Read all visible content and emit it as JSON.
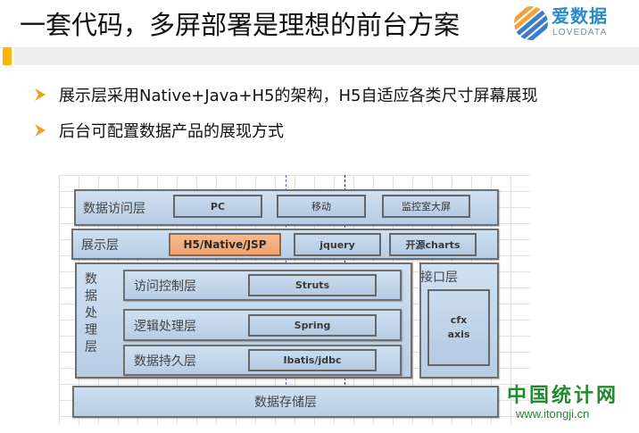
{
  "slide": {
    "title": "一套代码，多屏部署是理想的前台方案",
    "colors": {
      "accent": "#FFB400",
      "header_bar": "#EFEFEF",
      "bullet_arrow": "#F0A020",
      "box_fill": "#C5D8EC",
      "box_border": "#6F6F6F",
      "highlight_fill": "#F4B183",
      "watermark_green": "#1F8A2E"
    }
  },
  "logo": {
    "name_cn": "爱数据",
    "name_en": "LOVEDATA",
    "colors": {
      "blue": "#3D7CC9",
      "orange": "#F3A33A",
      "text": "#2A8BC8"
    }
  },
  "bullets": [
    {
      "icon": "arrow-bullet-icon",
      "text": "展示层采用Native+Java+H5的架构，H5自适应各类尺寸屏幕展现"
    },
    {
      "icon": "arrow-bullet-icon",
      "text": "后台可配置数据产品的展现方式"
    }
  ],
  "diagram": {
    "access_layer": {
      "label": "数据访问层",
      "items": [
        "PC",
        "移动",
        "监控室大屏"
      ]
    },
    "presentation_layer": {
      "label": "展示层",
      "items": [
        "H5/Native/JSP",
        "jquery",
        "开源charts"
      ]
    },
    "processing_layer": {
      "label_chars": [
        "数",
        "据",
        "处",
        "理",
        "层"
      ],
      "sublayers": [
        {
          "label": "访问控制层",
          "tech": "Struts"
        },
        {
          "label": "逻辑处理层",
          "tech": "Spring"
        },
        {
          "label": "数据持久层",
          "tech": "Ibatis/jdbc"
        }
      ]
    },
    "interface_layer": {
      "label": "接口层",
      "tech_lines": [
        "cfx",
        "axis"
      ]
    },
    "storage_layer": {
      "label": "数据存储层"
    }
  },
  "watermark": {
    "name_cn": "中国统计网",
    "url": "www.itongji.cn"
  }
}
